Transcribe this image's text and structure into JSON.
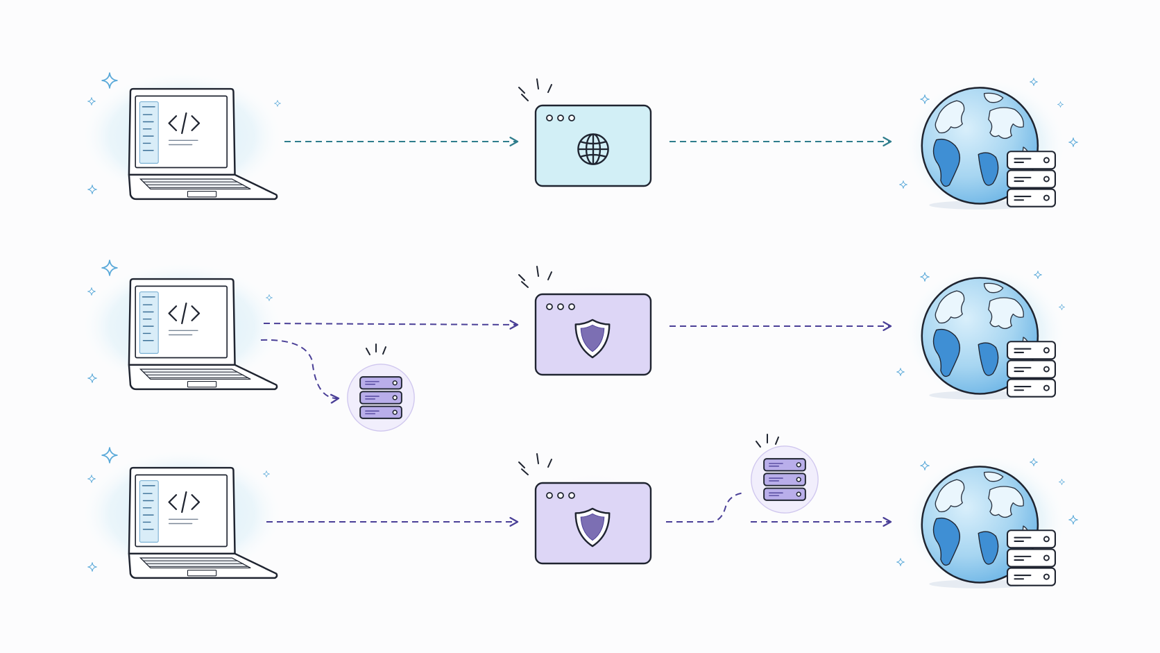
{
  "colors": {
    "laptop_glow": "#d3ecf7",
    "globe_fill": "#a8d8f2",
    "globe_shade": "#5aaee3",
    "globe_land": "#ffffff",
    "browser_public_fill": "#d5f1f7",
    "browser_secure_fill": "#ddd6f6",
    "proxy_fill": "#cbbff0",
    "proxy_ring": "#ece8fb",
    "arrow_public": "#2f7d8c",
    "arrow_secure": "#4a3f97",
    "outline": "#1f2430",
    "sparkle": "#5aa9d9"
  },
  "rows": [
    {
      "id": "public",
      "device_icon": "laptop-code-icon",
      "browser_icon": "globe-icon",
      "browser_fill": "browser_public_fill",
      "arrow_color": "arrow_public",
      "target_icon": "globe-server-icon",
      "proxy": "none"
    },
    {
      "id": "split",
      "device_icon": "laptop-code-icon",
      "browser_icon": "shield-icon",
      "browser_fill": "browser_secure_fill",
      "arrow_color": "arrow_secure",
      "target_icon": "globe-server-icon",
      "proxy": "branch-from-laptop"
    },
    {
      "id": "proxied",
      "device_icon": "laptop-code-icon",
      "browser_icon": "shield-icon",
      "browser_fill": "browser_secure_fill",
      "arrow_color": "arrow_secure",
      "target_icon": "globe-server-icon",
      "proxy": "after-browser"
    }
  ]
}
